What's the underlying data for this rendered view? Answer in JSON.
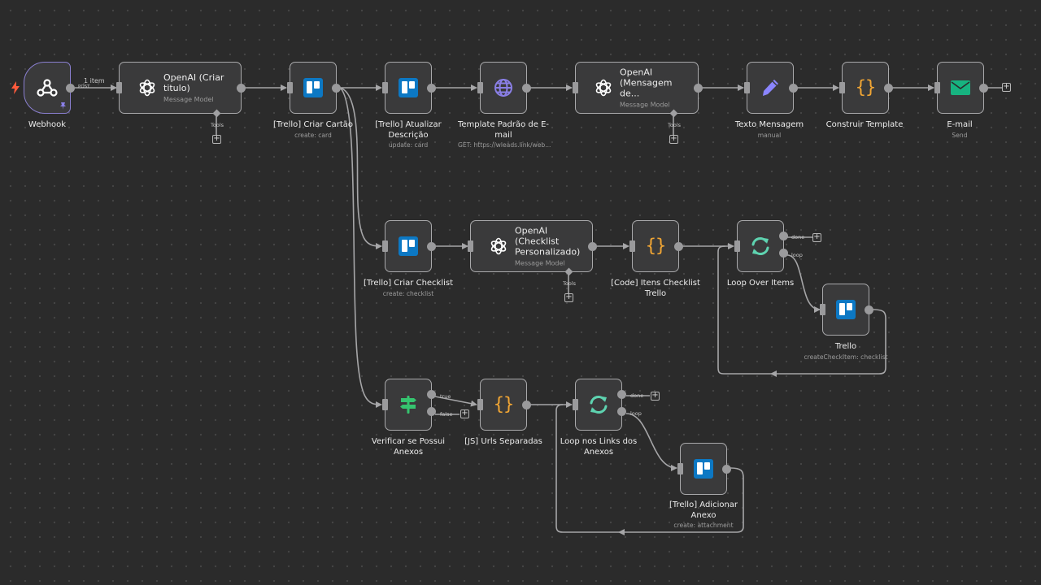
{
  "canvas": {
    "nodes": [
      {
        "id": "webhook",
        "title": "Webhook",
        "subtitle": "",
        "icon": "webhook-icon"
      },
      {
        "id": "openai-titulo",
        "title": "OpenAI (Criar titulo)",
        "subtitle": "Message Model",
        "icon": "openai-icon",
        "tools_label": "Tools"
      },
      {
        "id": "trello-criar-cartao",
        "title": "[Trello] Criar Cartão",
        "subtitle": "create: card",
        "icon": "trello-icon"
      },
      {
        "id": "trello-atualizar",
        "title": "[Trello] Atualizar Descrição",
        "subtitle": "update: card",
        "icon": "trello-icon"
      },
      {
        "id": "template-padrao",
        "title": "Template Padrão de E-mail",
        "subtitle": "GET: https://wleads.link/web...",
        "icon": "globe-icon"
      },
      {
        "id": "openai-mensagem",
        "title": "OpenAI (Mensagem de...",
        "subtitle": "Message Model",
        "icon": "openai-icon",
        "tools_label": "Tools"
      },
      {
        "id": "texto-mensagem",
        "title": "Texto Mensagem",
        "subtitle": "manual",
        "icon": "pencil-icon"
      },
      {
        "id": "construir-template",
        "title": "Construir Template",
        "subtitle": "",
        "icon": "code-icon"
      },
      {
        "id": "email",
        "title": "E-mail",
        "subtitle": "Send",
        "icon": "envelope-icon"
      },
      {
        "id": "trello-criar-checklist",
        "title": "[Trello] Criar Checklist",
        "subtitle": "create: checklist",
        "icon": "trello-icon"
      },
      {
        "id": "openai-checklist",
        "title": "OpenAI (Checklist Personalizado)",
        "subtitle": "Message Model",
        "icon": "openai-icon",
        "tools_label": "Tools"
      },
      {
        "id": "code-itens-checklist",
        "title": "[Code] Itens Checklist Trello",
        "subtitle": "",
        "icon": "code-icon"
      },
      {
        "id": "loop-over-items",
        "title": "Loop Over Items",
        "subtitle": "",
        "icon": "loop-icon",
        "outputs": [
          "done",
          "loop"
        ]
      },
      {
        "id": "trello-checkitem",
        "title": "Trello",
        "subtitle": "createCheckItem: checklist",
        "icon": "trello-icon"
      },
      {
        "id": "verificar-anexos",
        "title": "Verificar se Possui Anexos",
        "subtitle": "",
        "icon": "signpost-icon",
        "outputs": [
          "true",
          "false"
        ]
      },
      {
        "id": "js-urls",
        "title": "[JS] Urls Separadas",
        "subtitle": "",
        "icon": "code-icon"
      },
      {
        "id": "loop-links-anexos",
        "title": "Loop nos Links dos Anexos",
        "subtitle": "",
        "icon": "loop-icon",
        "outputs": [
          "done",
          "loop"
        ]
      },
      {
        "id": "trello-adicionar-anexo",
        "title": "[Trello] Adicionar Anexo",
        "subtitle": "create: attachment",
        "icon": "trello-icon"
      }
    ],
    "connection_labels": {
      "webhook_items": "1 item",
      "webhook_method": "POST"
    },
    "colors": {
      "background": "#2b2b2b",
      "node_fill": "#3a3a3b",
      "node_border": "#a9a9ab",
      "trigger_border": "#8a7fd0",
      "trello": "#0c78c4",
      "code": "#f0a534",
      "loop": "#5ed3b0",
      "if": "#35c46f",
      "email": "#17b380",
      "globe": "#8a7fe6",
      "pencil": "#8a85ff",
      "trigger_bolt": "#ff5a3c"
    }
  }
}
